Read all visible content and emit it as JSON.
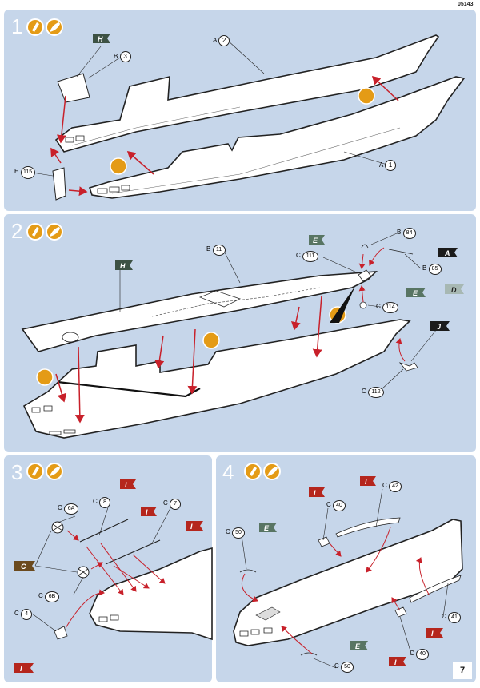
{
  "header": {
    "code": "05143"
  },
  "page_number": "7",
  "colors": {
    "panel": "#c6d6ea",
    "flag_H": "#3d5244",
    "flag_E": "#587563",
    "flag_D": "#a7b8b3",
    "flag_A": "#1b1b1b",
    "flag_J": "#1b1b1b",
    "flag_I": "#b5261d",
    "flag_C": "#6b4a1e",
    "arrow": "#c8202a",
    "glue_icon": "#e49b16"
  },
  "steps": [
    {
      "number": "1",
      "icons": [
        "glue-icon",
        "paint-brush-icon"
      ],
      "flags": [
        "H"
      ],
      "parts": [
        {
          "sprue": "A",
          "part": "2"
        },
        {
          "sprue": "B",
          "part": "3"
        },
        {
          "sprue": "A",
          "part": "1"
        },
        {
          "sprue": "E",
          "part": "115"
        }
      ]
    },
    {
      "number": "2",
      "icons": [
        "glue-icon",
        "paint-brush-icon"
      ],
      "flags": [
        "H",
        "E",
        "A",
        "E",
        "D",
        "J"
      ],
      "parts": [
        {
          "sprue": "B",
          "part": "11"
        },
        {
          "sprue": "B",
          "part": "84"
        },
        {
          "sprue": "C",
          "part": "111"
        },
        {
          "sprue": "B",
          "part": "85"
        },
        {
          "sprue": "C",
          "part": "114"
        },
        {
          "sprue": "C",
          "part": "112"
        }
      ]
    },
    {
      "number": "3",
      "icons": [
        "glue-icon",
        "paint-brush-icon"
      ],
      "flags": [
        "I",
        "I",
        "I",
        "C",
        "I"
      ],
      "parts": [
        {
          "sprue": "C",
          "part": "8"
        },
        {
          "sprue": "C",
          "part": "7"
        },
        {
          "sprue": "C",
          "part": "6A"
        },
        {
          "sprue": "C",
          "part": "6B"
        },
        {
          "sprue": "C",
          "part": "4"
        }
      ]
    },
    {
      "number": "4",
      "icons": [
        "glue-icon",
        "paint-brush-icon"
      ],
      "flags": [
        "I",
        "I",
        "E",
        "I",
        "E",
        "I"
      ],
      "parts": [
        {
          "sprue": "C",
          "part": "42"
        },
        {
          "sprue": "C",
          "part": "40"
        },
        {
          "sprue": "C",
          "part": "50"
        },
        {
          "sprue": "C",
          "part": "41"
        },
        {
          "sprue": "C",
          "part": "40"
        },
        {
          "sprue": "C",
          "part": "50"
        }
      ]
    }
  ]
}
